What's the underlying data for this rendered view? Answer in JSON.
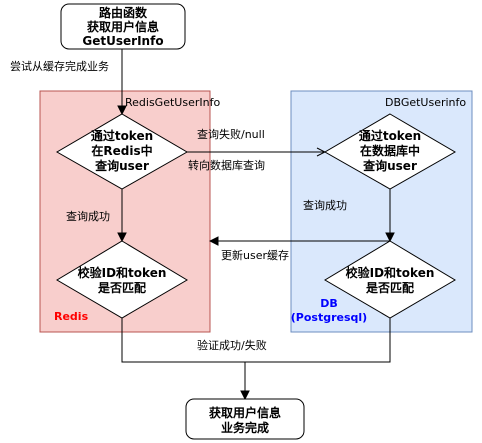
{
  "start_node": {
    "lines": [
      "路由函数",
      "获取用户信息",
      "GetUserInfo"
    ]
  },
  "end_node": {
    "lines": [
      "获取用户信息",
      "业务完成"
    ]
  },
  "redis_group": {
    "title": "RedisGetUserInfo",
    "footer": "Redis",
    "fill": "#f8cecc",
    "stroke": "#b85450",
    "footer_color": "#ff0000"
  },
  "db_group": {
    "title": "DBGetUserinfo",
    "footer_lines": [
      "DB",
      "(Postgresql)"
    ],
    "fill": "#dae8fc",
    "stroke": "#6c8ebf",
    "footer_color": "#0000ff"
  },
  "redis_query": {
    "lines": [
      "通过token",
      "在Redis中",
      "查询user"
    ]
  },
  "redis_verify": {
    "lines": [
      "校验ID和token",
      "是否匹配"
    ]
  },
  "db_query": {
    "lines": [
      "通过token",
      "在数据库中",
      "查询user"
    ]
  },
  "db_verify": {
    "lines": [
      "校验ID和token",
      "是否匹配"
    ]
  },
  "edge_labels": {
    "try_cache": "尝试从缓存完成业务",
    "query_fail": "查询失败/null",
    "goto_db": "转向数据库查询",
    "redis_success": "查询成功",
    "db_success": "查询成功",
    "update_cache": "更新user缓存",
    "verify_result": "验证成功/失败"
  }
}
